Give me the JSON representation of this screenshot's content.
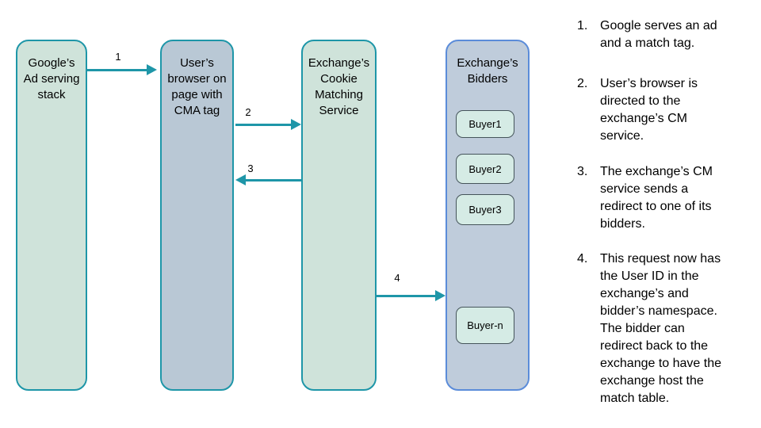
{
  "columns": [
    {
      "label": "Google’s\nAd serving\nstack"
    },
    {
      "label": "User’s\nbrowser on\npage with\nCMA tag"
    },
    {
      "label": "Exchange’s\nCookie\nMatching\nService"
    },
    {
      "label": "Exchange’s\nBidders"
    }
  ],
  "buyers": [
    "Buyer1",
    "Buyer2",
    "Buyer3",
    "Buyer-n"
  ],
  "arrows": [
    {
      "num": "1"
    },
    {
      "num": "2"
    },
    {
      "num": "3"
    },
    {
      "num": "4"
    }
  ],
  "steps": [
    {
      "num": "1.",
      "text": "Google serves an ad\nand a match tag."
    },
    {
      "num": "2.",
      "text": "User’s browser is\ndirected to the\nexchange’s CM\nservice."
    },
    {
      "num": "3.",
      "text": "The exchange’s CM\nservice sends a\nredirect to one of its\nbidders."
    },
    {
      "num": "4.",
      "text": "This request now has\nthe User ID in the\nexchange’s and\nbidder’s namespace.\nThe bidder can\nredirect back to the\nexchange to have the\nexchange host the\nmatch table."
    }
  ],
  "colors": {
    "teal": "#1e96a8",
    "blue-border": "#5b8cd9",
    "green-fill": "#cfe3da",
    "bluegray-fill": "#b9c8d5",
    "bluegray-fill2": "#bfccdb",
    "buyer-fill": "#d5ebe5",
    "buyer-border": "#45545a",
    "text": "#000000",
    "bg": "#ffffff"
  }
}
